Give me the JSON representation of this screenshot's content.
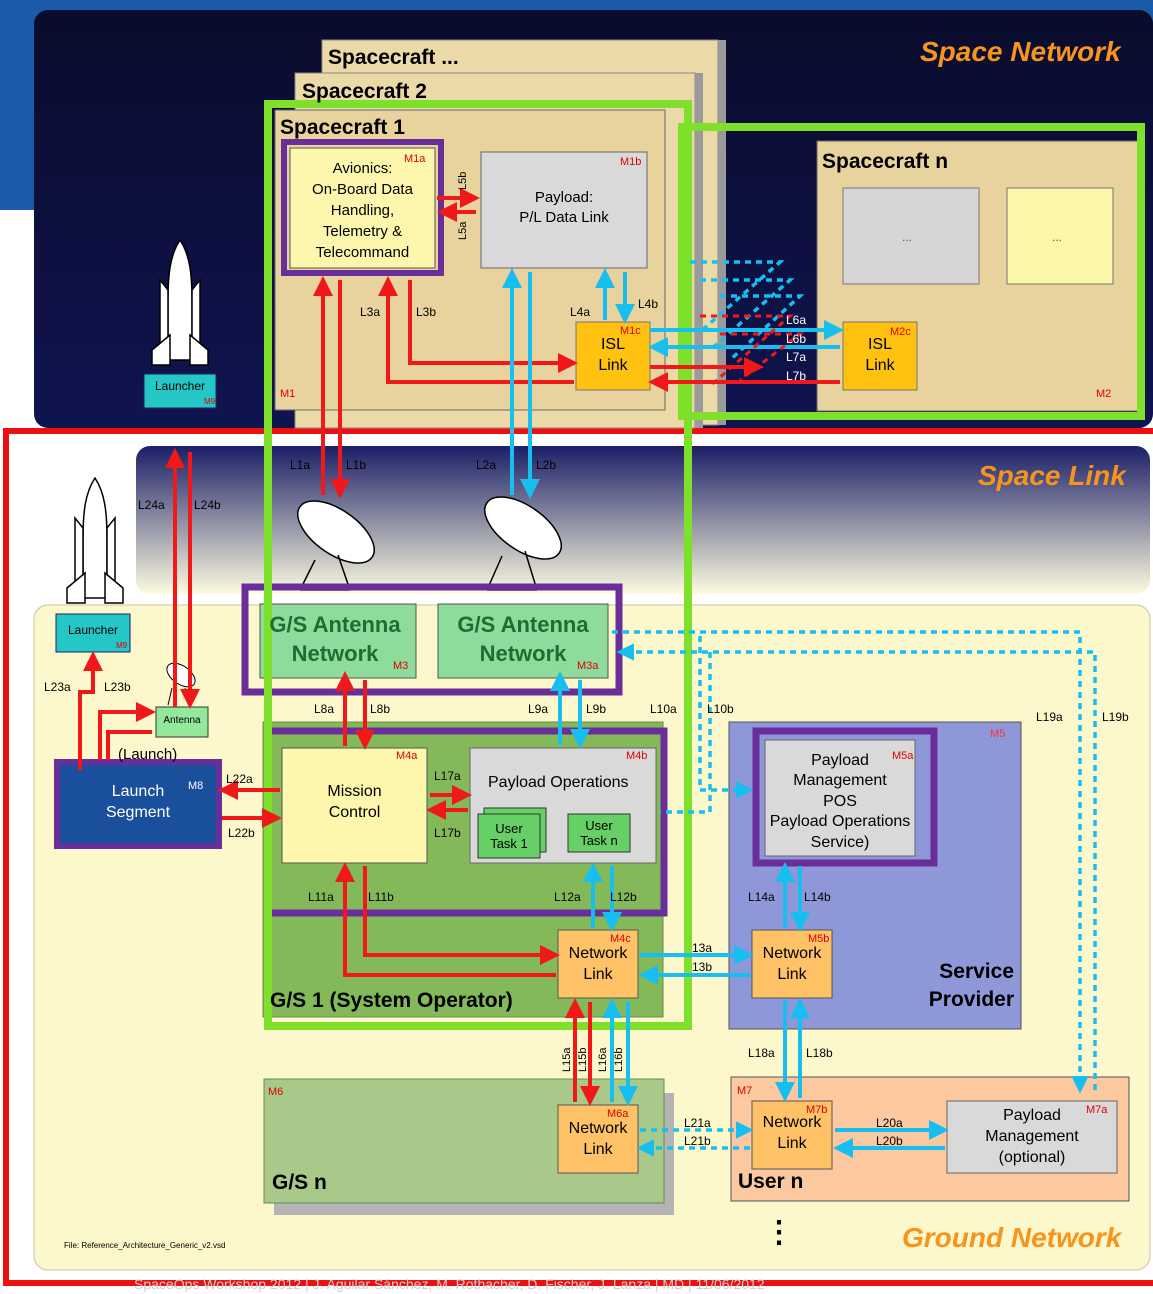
{
  "sections": {
    "space_network": "Space Network",
    "space_link": "Space Link",
    "ground_network": "Ground Network"
  },
  "spacecraft": {
    "sc_more": "Spacecraft ...",
    "sc2": "Spacecraft 2",
    "sc1": "Spacecraft 1",
    "scn": "Spacecraft n",
    "ellipsis_a": "...",
    "ellipsis_b": "..."
  },
  "modules": {
    "avionics": "Avionics:\nOn-Board Data\nHandling,\nTelemetry &\nTelecommand",
    "payload": "Payload:\nP/L Data Link",
    "isl1": "ISL\nLink",
    "isl2": "ISL\nLink",
    "launcher_top": "Launcher",
    "launcher_bottom": "Launcher",
    "antenna_small": "Antenna",
    "launch_note": "(Launch)",
    "launch_segment": "Launch\nSegment",
    "gs_ant1": "G/S Antenna\nNetwork",
    "gs_ant2": "G/S Antenna\nNetwork",
    "mission_control": "Mission\nControl",
    "payload_ops": "Payload Operations",
    "user_task1": "User\nTask 1",
    "user_taskn": "User\nTask n",
    "network_link_4c": "Network\nLink",
    "gs1": "G/S 1 (System Operator)",
    "pos": "Payload\nManagement\nPOS\nPayload Operations\nService)",
    "network_link_5b": "Network\nLink",
    "service_provider": "Service\nProvider",
    "network_link_6a": "Network\nLink",
    "gsn": "G/S n",
    "network_link_7b": "Network\nLink",
    "user_n": "User n",
    "payload_mgmt": "Payload\nManagement\n(optional)",
    "dots": "⋮"
  },
  "module_tags": {
    "m1a": "M1a",
    "m1b": "M1b",
    "m1c": "M1c",
    "m1": "M1",
    "m2": "M2",
    "m2c": "M2c",
    "m9a": "M9",
    "m9b": "M9",
    "m8": "M8",
    "m3": "M3",
    "m3a": "M3a",
    "m4a": "M4a",
    "m4b": "M4b",
    "m4c": "M4c",
    "m5": "M5",
    "m5a": "M5a",
    "m5b": "M5b",
    "m6": "M6",
    "m6a": "M6a",
    "m7": "M7",
    "m7a": "M7a",
    "m7b": "M7b"
  },
  "links": {
    "L1a": "L1a",
    "L1b": "L1b",
    "L2a": "L2a",
    "L2b": "L2b",
    "L3a": "L3a",
    "L3b": "L3b",
    "L4a": "L4a",
    "L4b": "L4b",
    "L5a": "L5a",
    "L5b": "L5b",
    "L6a": "L6a",
    "L6b": "L6b",
    "L7a": "L7a",
    "L7b": "L7b",
    "L8a": "L8a",
    "L8b": "L8b",
    "L9a": "L9a",
    "L9b": "L9b",
    "L10a": "L10a",
    "L10b": "L10b",
    "L11a": "L11a",
    "L11b": "L11b",
    "L12a": "L12a",
    "L12b": "L12b",
    "L13a": "13a",
    "L13b": "13b",
    "L14a": "L14a",
    "L14b": "L14b",
    "L15a": "L15a",
    "L15b": "L15b",
    "L16a": "L16a",
    "L16b": "L16b",
    "L17a": "L17a",
    "L17b": "L17b",
    "L18a": "L18a",
    "L18b": "L18b",
    "L19a": "L19a",
    "L19b": "L19b",
    "L20a": "L20a",
    "L20b": "L20b",
    "L21a": "L21a",
    "L21b": "L21b",
    "L22a": "L22a",
    "L22b": "L22b",
    "L23a": "L23a",
    "L23b": "L23b",
    "L24a": "L24a",
    "L24b": "L24b"
  },
  "file_note": "File: Reference_Architecture_Generic_v2.vsd",
  "footer": "SpaceOps Workshop 2012 | J. Aguilar Sánchez, M. Rothacher, D. Fischer, J. Lanza | MD | 11/06/2012",
  "colors": {
    "space_bg": "#0b0d3a",
    "space_band": "#1a5aa8",
    "space_link_band": "#1b1f66",
    "ground_bg": "#fcf8cc",
    "red_arrow": "#f01818",
    "blue_arrow": "#16bff0",
    "green_frame": "#7ee02a",
    "purple_frame": "#6a2e9a",
    "red_frame": "#ec1010",
    "section_orange": "#f7941d"
  }
}
